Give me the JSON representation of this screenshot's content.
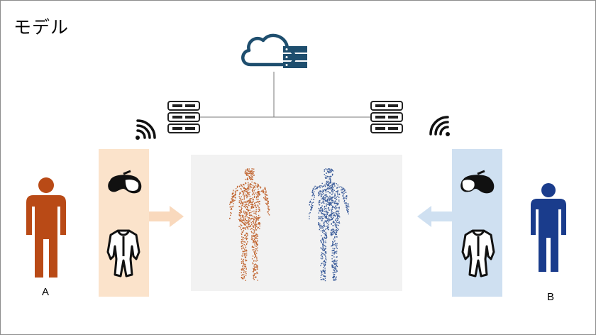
{
  "title": "モデル",
  "user_a": {
    "label": "A",
    "color": "#B94A16"
  },
  "user_b": {
    "label": "B",
    "color": "#1A3C8C"
  },
  "colors": {
    "network": "#1E4E6E",
    "panel_a": "#FBE3CB",
    "panel_b": "#CFE0F1",
    "scene": "#F2F2F2",
    "arrow_a": "#F9D9BD",
    "arrow_b": "#CFE0F1",
    "point_a": "#C0642F",
    "point_b": "#3B5C9A"
  },
  "icons": {
    "cloud": "cloud-server-icon",
    "server": "server-rack-icon",
    "wifi": "wifi-icon",
    "vr": "vr-headset-icon",
    "suit": "motion-capture-suit-icon",
    "person": "person-icon"
  }
}
